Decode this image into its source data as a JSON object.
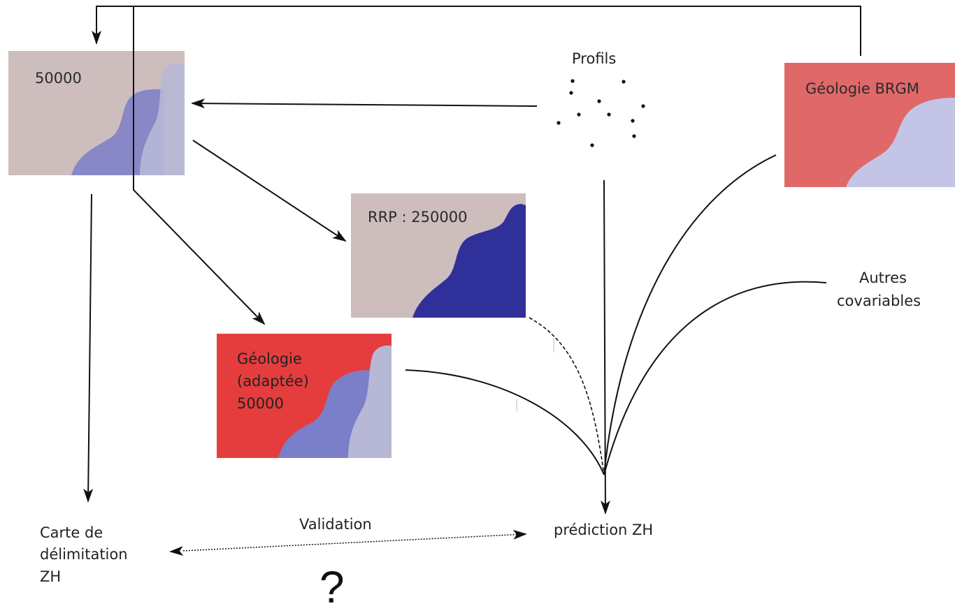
{
  "map_50000": {
    "label": "50000"
  },
  "map_rrp": {
    "label": "RRP : 250000"
  },
  "map_geologie_adaptee": {
    "lines": [
      "Géologie",
      "(adaptée)",
      "50000"
    ]
  },
  "map_geologie_brgm": {
    "label": "Géologie BRGM"
  },
  "profils": {
    "label": "Profils"
  },
  "autres_covariables": {
    "lines": [
      "Autres",
      "covariables"
    ]
  },
  "carte_delimitation": {
    "lines": [
      "Carte de",
      "délimitation",
      "ZH"
    ]
  },
  "prediction_zh": {
    "label": "prédiction ZH"
  },
  "validation": {
    "label": "Validation"
  },
  "question_mark": {
    "label": "?"
  },
  "colors": {
    "map_background_grey": "#cdbdbd",
    "map_background_red": "#e53d3d",
    "map_background_brgm": "#e06868",
    "shape_light_lavender": "#b7b8d6",
    "shape_medium_blue": "#7b7fc9",
    "shape_dark_blue": "#30309a"
  }
}
